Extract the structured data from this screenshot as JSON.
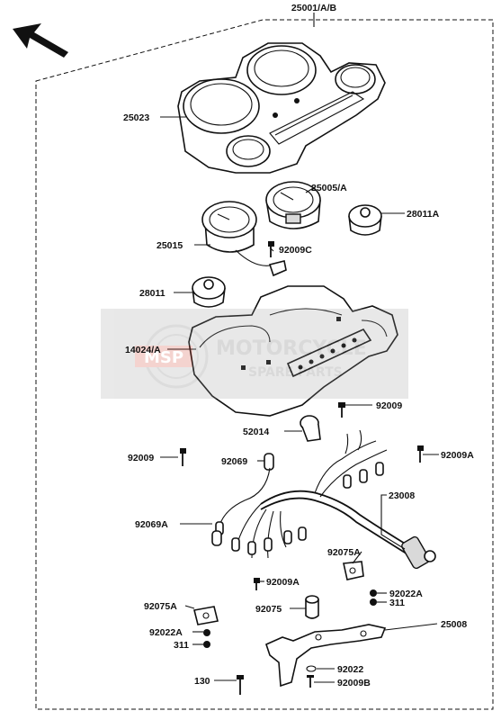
{
  "diagram": {
    "labels": {
      "assembly": "25001/A/B",
      "case": "25023",
      "tacho": "25005/A",
      "lamp_a": "28011A",
      "speedo": "25015",
      "screw_c": "92009C",
      "lamp": "28011",
      "housing": "14024/A",
      "screw_1": "92009",
      "socket": "52014",
      "screw_2": "92009",
      "cap": "92069",
      "screw_a1": "92009A",
      "harness": "23008",
      "cap_a": "92069A",
      "bracket_a1": "92075A",
      "screw_a2": "92009A",
      "washer_a1": "92022A",
      "nut_1": "311",
      "bracket_a2": "92075A",
      "damper": "92075",
      "stay": "25008",
      "washer_a2": "92022A",
      "nut_2": "311",
      "washer": "92022",
      "bolt": "130",
      "screw_b": "92009B"
    },
    "watermark": {
      "badge": "MSP",
      "line1": "MOTORCYCLE",
      "line2": "SPARE PARTS"
    },
    "icons": [
      "direction-arrow-icon"
    ]
  }
}
